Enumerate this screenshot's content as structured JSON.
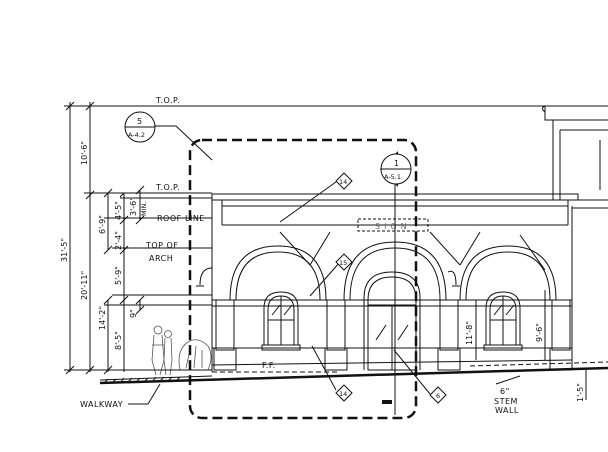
{
  "elevation": {
    "levels": {
      "top_parapet_upper": "T.O.P.",
      "top_parapet_lower": "T.O.P.",
      "roof_line_1": "ROOF",
      "roof_line_2": "LINE",
      "top_of_arch_1": "TOP OF",
      "top_of_arch_2": "ARCH",
      "finish_floor": "F.F.",
      "walkway": "WALKWAY",
      "stem_wall_1": "6\"",
      "stem_wall_2": "STEM",
      "stem_wall_3": "WALL"
    },
    "dimensions": {
      "overall": "31'-5\"",
      "upper_parapet": "10'-6\"",
      "main_height": "20'-11\"",
      "parapet_lower": "6'-9\"",
      "parapet_a": "4'-5\"",
      "parapet_b": "3'-6\"",
      "parapet_min": "MIN.",
      "arch_above": "2'-4\"",
      "arch_band": "5'-9\"",
      "lower_total": "14'-2\"",
      "base_band": "9\"",
      "base_height": "8'-5\"",
      "door_height": "11'-8\"",
      "window_height": "9'-6\"",
      "stem_right": "1'-5\""
    },
    "sign": "SIGN",
    "callouts": {
      "section_ref_num": "5",
      "section_ref_sheet": "A-4.2",
      "detail_ref_num": "1",
      "detail_ref_sheet": "A-5.1",
      "tag_14_top": "14",
      "tag_15": "15",
      "tag_14_bottom": "14",
      "tag_6": "6"
    }
  }
}
